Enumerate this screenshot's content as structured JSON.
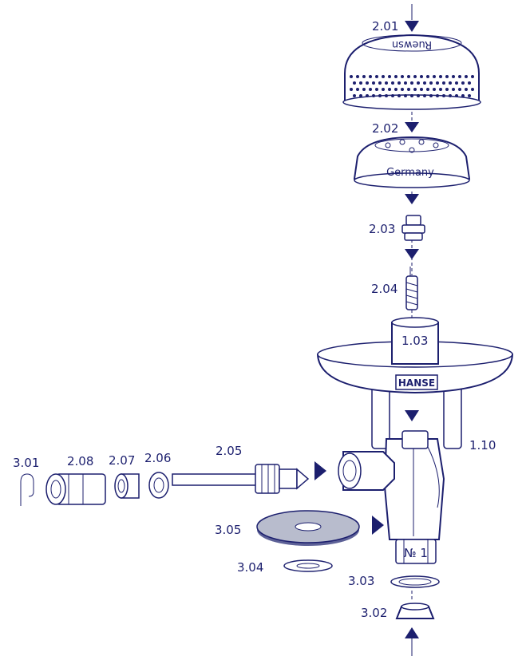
{
  "parts": {
    "p201": "2.01",
    "p202": "2.02",
    "p203": "2.03",
    "p204": "2.04",
    "p205": "2.05",
    "p206": "2.06",
    "p207": "2.07",
    "p208": "2.08",
    "p301": "3.01",
    "p302": "3.02",
    "p303": "3.03",
    "p304": "3.04",
    "p305": "3.05",
    "p103": "1.03",
    "p110": "1.10"
  },
  "markings": {
    "cap_text": "Germany",
    "brand_text": "HANSE",
    "nut_text": "№ 1"
  },
  "colors": {
    "line": "#1c1f6e",
    "fill": "#ffffff",
    "disc": "#b8bccd"
  }
}
